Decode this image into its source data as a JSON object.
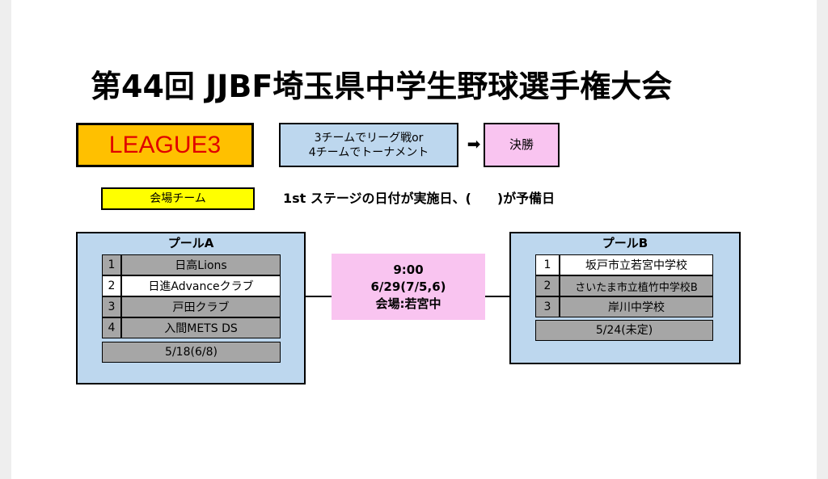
{
  "title": "第44回 JJBF埼玉県中学生野球選手権大会",
  "league_label": "LEAGUE3",
  "format": {
    "line1": "3チームでリーグ戦or",
    "line2": "4チームでトーナメント"
  },
  "arrow_glyph": "➡",
  "final_label": "決勝",
  "venue_team_label": "会場チーム",
  "stage_note": "1st ステージの日付が実施日、(　　)が予備日",
  "pool_a": {
    "title": "プールA",
    "teams": [
      {
        "num": "1",
        "name": "日高Lions",
        "highlight": false
      },
      {
        "num": "2",
        "name": "日進Advanceクラブ",
        "highlight": true
      },
      {
        "num": "3",
        "name": "戸田クラブ",
        "highlight": false
      },
      {
        "num": "4",
        "name": "入間METS DS",
        "highlight": false
      }
    ],
    "date": "5/18(6/8)"
  },
  "pool_b": {
    "title": "プールB",
    "teams": [
      {
        "num": "1",
        "name": "坂戸市立若宮中学校",
        "highlight": true
      },
      {
        "num": "2",
        "name": "さいたま市立植竹中学校B",
        "highlight": false
      },
      {
        "num": "3",
        "name": "岸川中学校",
        "highlight": false
      }
    ],
    "date": "5/24(未定)"
  },
  "match": {
    "time": "9:00",
    "date": "6/29(7/5,6)",
    "venue": "会場:若宮中"
  },
  "colors": {
    "league_bg": "#ffc000",
    "league_text": "#e00000",
    "pool_bg": "#bdd7ee",
    "final_bg": "#f9c4f0",
    "venue_bg": "#ffff00",
    "row_grey": "#a6a6a6",
    "row_highlight": "#ffffff"
  }
}
